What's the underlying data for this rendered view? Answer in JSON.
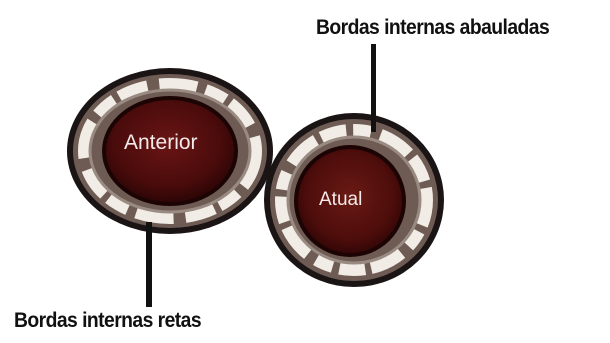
{
  "labels": {
    "top": "Bordas internas abauladas",
    "bottom": "Bordas internas retas",
    "ring_previous": "Anterior",
    "ring_current": "Atual"
  },
  "colors": {
    "ring_core": "#4a0b0b",
    "ring_core_inner": "#2a0505",
    "ring_band": "#6e5b53",
    "ring_highlight": "#f1ece6",
    "outline": "#111111",
    "pointer": "#111111",
    "text_on_ring": "#f4eaea"
  }
}
